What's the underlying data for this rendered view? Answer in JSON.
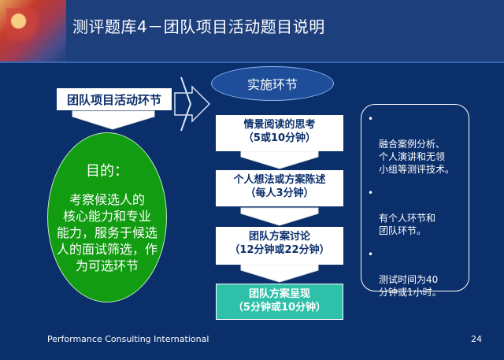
{
  "header": {
    "title": "测评题库4－团队项目活动题目说明"
  },
  "left": {
    "label": "团队项目活动环节",
    "oval": {
      "title": "目的：",
      "text": "考察候选人的\n核心能力和专业\n能力，服务于候选\n人的面试筛选，作\n为可选环节"
    }
  },
  "center": {
    "ellipse": "实施环节",
    "steps": [
      {
        "line1": "情景阅读的思考",
        "line2": "（5或10分钟）"
      },
      {
        "line1": "个人想法或方案陈述",
        "line2": "（每人3分钟）"
      },
      {
        "line1": "团队方案讨论",
        "line2": "（12分钟或22分钟）"
      },
      {
        "line1": "团队方案呈现",
        "line2": "（5分钟或10分钟）"
      }
    ]
  },
  "right": {
    "bullets": [
      "融合案例分析、\n个人演讲和无领\n小组等测评技术。",
      "有个人环节和\n团队环节。",
      "测试时间为40\n分钟或1小时。"
    ]
  },
  "footer": {
    "company": "Performance Consulting International",
    "page": "24"
  },
  "colors": {
    "background": "#0b2f6b",
    "green": "#119c11",
    "teal": "#2fc0a9"
  }
}
